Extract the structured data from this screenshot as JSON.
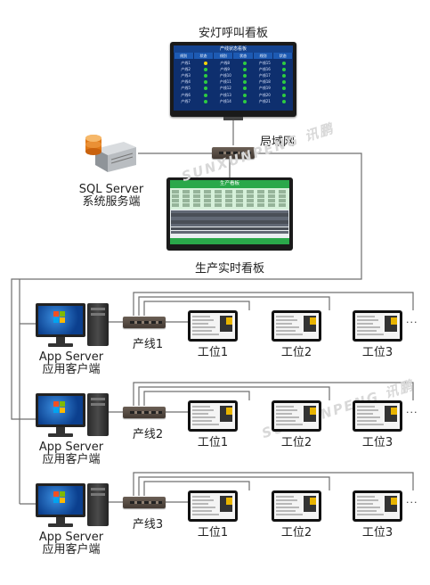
{
  "andon_board": {
    "label": "安灯呼叫看板",
    "screen_title": "产线状态看板",
    "header": [
      "线别",
      "状态",
      "线别",
      "状态",
      "线别",
      "状态"
    ],
    "columns": [
      [
        "产线1",
        "产线2",
        "产线3",
        "产线4",
        "产线5",
        "产线6",
        "产线7"
      ],
      [
        "产线8",
        "产线9",
        "产线10",
        "产线11",
        "产线12",
        "产线13",
        "产线14"
      ],
      [
        "产线15",
        "产线16",
        "产线17",
        "产线18",
        "产线19",
        "产线20",
        "产线21"
      ]
    ]
  },
  "lan_label": "局域网",
  "server": {
    "line1": "SQL Server",
    "line2": "系统服务端"
  },
  "production_board": {
    "label": "生产实时看板",
    "screen_title": "生产看板"
  },
  "watermark": "SUNXUNPENG 讯鹏",
  "groups": [
    {
      "client_line1": "App Server",
      "client_line2": "应用客户端",
      "line_label": "产线1",
      "stations": [
        "工位1",
        "工位2",
        "工位3"
      ],
      "more": "..."
    },
    {
      "client_line1": "App Server",
      "client_line2": "应用客户端",
      "line_label": "产线2",
      "stations": [
        "工位1",
        "工位2",
        "工位3"
      ],
      "more": "..."
    },
    {
      "client_line1": "App Server",
      "client_line2": "应用客户端",
      "line_label": "产线3",
      "stations": [
        "工位1",
        "工位2",
        "工位3"
      ],
      "more": "..."
    }
  ]
}
